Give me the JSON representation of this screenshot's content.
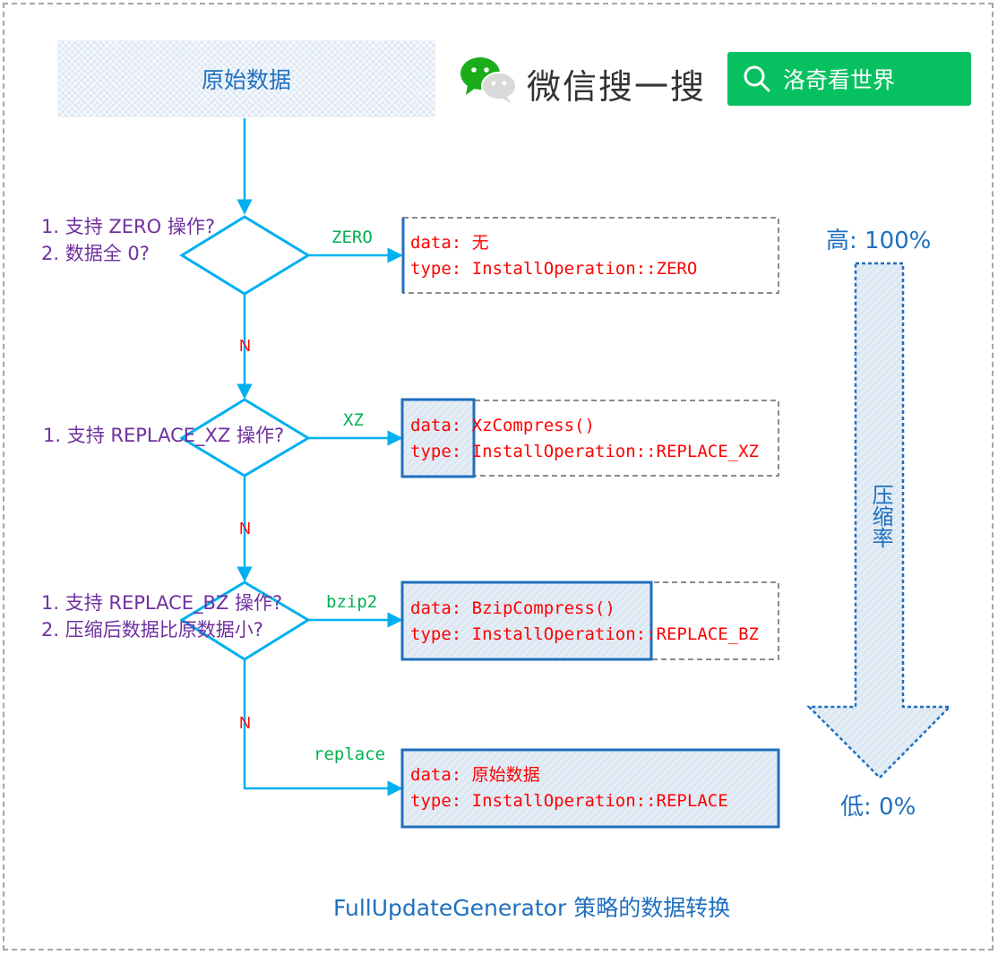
{
  "source": {
    "label": "原始数据"
  },
  "branding": {
    "wechat_text": "微信搜一搜",
    "search_label": "洛奇看世界"
  },
  "decisions": [
    {
      "lines": [
        "1. 支持 ZERO 操作?",
        "2. 数据全 0?"
      ],
      "yes_label": "ZERO",
      "no_label": "N",
      "result": {
        "data_key": "data:",
        "data_value": "无",
        "type_key": "type:",
        "type_value": "InstallOperation::ZERO"
      }
    },
    {
      "lines": [
        "1. 支持 REPLACE_XZ 操作?"
      ],
      "yes_label": "XZ",
      "no_label": "N",
      "result": {
        "data_key": "data:",
        "data_value": "XzCompress()",
        "type_key": "type:",
        "type_value": "InstallOperation::REPLACE_XZ"
      }
    },
    {
      "lines": [
        "1. 支持 REPLACE_BZ 操作?",
        "2. 压缩后数据比原数据小?"
      ],
      "yes_label": "bzip2",
      "no_label": "N",
      "result": {
        "data_key": "data:",
        "data_value": "BzipCompress()",
        "type_key": "type:",
        "type_value": "InstallOperation::REPLACE_BZ"
      }
    }
  ],
  "fallback": {
    "edge_label": "replace",
    "result": {
      "data_key": "data:",
      "data_value": "原始数据",
      "type_key": "type:",
      "type_value": "InstallOperation::REPLACE"
    }
  },
  "compression_scale": {
    "high_label": "高: 100%",
    "low_label": "低: 0%",
    "axis_label": "压缩率"
  },
  "footer": "FullUpdateGenerator 策略的数据转换",
  "colors": {
    "flow_line": "#00b0f0",
    "question_text": "#7030a0",
    "edge_text": "#00b050",
    "code_text": "#ff0000",
    "accent_blue": "#1f6fbf",
    "brand_green": "#07c160"
  }
}
